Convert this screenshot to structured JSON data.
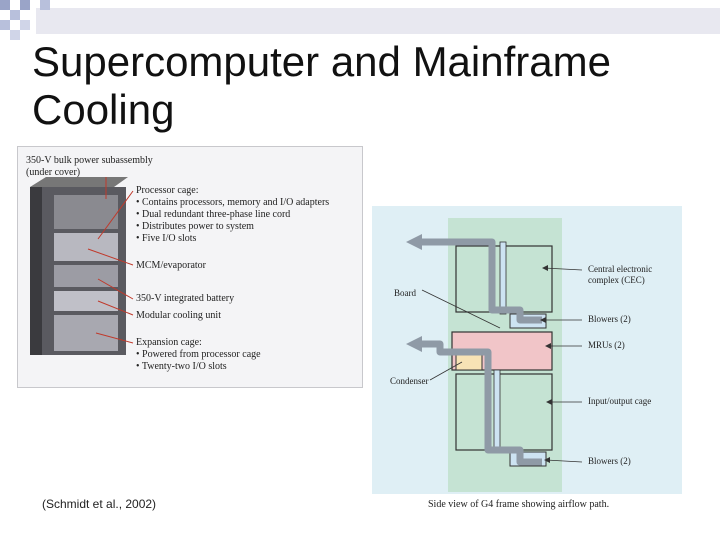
{
  "slide": {
    "title_line1": "Supercomputer and Mainframe",
    "title_line2": "Cooling",
    "citation": "(Schmidt et al., 2002)"
  },
  "figure_left": {
    "labels": {
      "bulk_power": "350-V bulk power subassembly",
      "bulk_power_sub": "(under cover)",
      "processor_cage": "Processor cage:",
      "processor_items": [
        "• Contains processors, memory and I/O adapters",
        "• Dual redundant three-phase line cord",
        "• Distributes power to system",
        "• Five I/O slots"
      ],
      "mcm": "MCM/evaporator",
      "battery": "350-V integrated battery",
      "cooling_unit": "Modular cooling unit",
      "expansion_cage": "Expansion cage:",
      "expansion_items": [
        "• Powered from processor cage",
        "• Twenty-two I/O slots"
      ]
    }
  },
  "figure_right": {
    "labels": {
      "cec_line1": "Central electronic",
      "cec_line2": "complex (CEC)",
      "board": "Board",
      "blowers_top": "Blowers (2)",
      "mrus": "MRUs (2)",
      "condenser": "Condenser",
      "io_cage": "Input/output cage",
      "blowers_bottom": "Blowers (2)"
    },
    "caption": "Side view of G4 frame showing airflow path.",
    "colors": {
      "background": "#dfeff5",
      "frame": "#c5e3d3",
      "mru": "#f1c5c8",
      "condenser": "#f7e3b5",
      "blower": "#cde3f2",
      "airflow": "#8f9aa6"
    }
  }
}
